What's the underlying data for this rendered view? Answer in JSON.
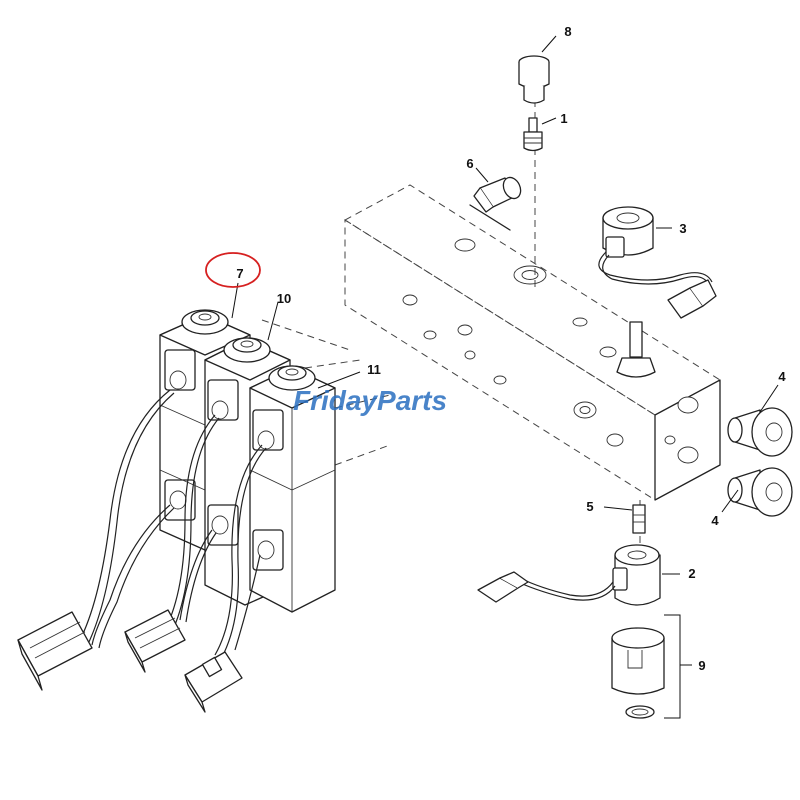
{
  "diagram": {
    "callouts": {
      "c1": "1",
      "c2": "2",
      "c3": "3",
      "c4a": "4",
      "c4b": "4",
      "c5": "5",
      "c6": "6",
      "c7": "7",
      "c8": "8",
      "c9": "9",
      "c10": "10",
      "c11": "11"
    },
    "highlight": {
      "part": "7",
      "color": "#d62020"
    },
    "watermark": {
      "brand_first": "Friday",
      "brand_second": "Parts",
      "color": "#2a6fc0",
      "accent": "#e8a400"
    }
  }
}
